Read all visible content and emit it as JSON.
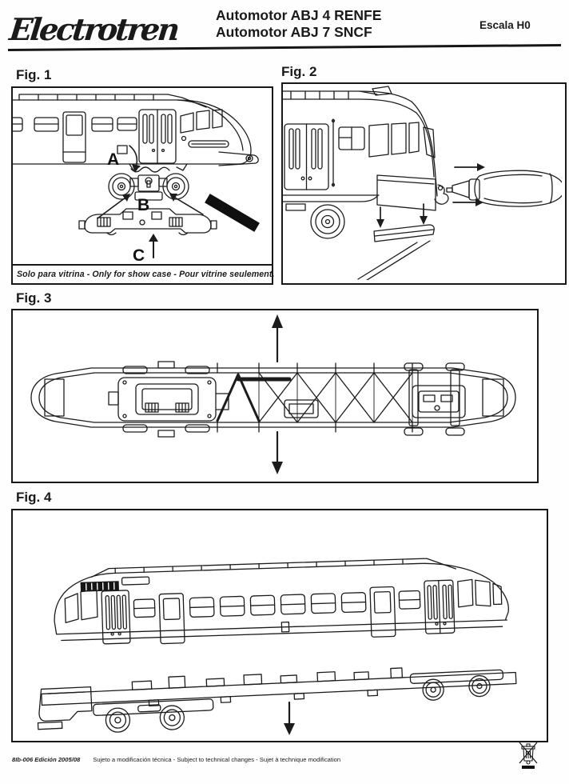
{
  "header": {
    "logo": "Electrotren",
    "title_line1": "Automotor ABJ 4 RENFE",
    "title_line2": "Automotor ABJ 7 SNCF",
    "scale": "Escala H0"
  },
  "figures": {
    "fig1": {
      "label": "Fig. 1",
      "callout_a": "A",
      "callout_b": "B",
      "callout_c": "C",
      "caption": "Solo para vitrina - Only for show case - Pour vitrine seulement."
    },
    "fig2": {
      "label": "Fig. 2"
    },
    "fig3": {
      "label": "Fig. 3"
    },
    "fig4": {
      "label": "Fig. 4"
    }
  },
  "footer": {
    "edition": "8Ib-006 Edición 2005/08",
    "disclaimer": "Sujeto a modificación técnica - Subject to technical changes - Sujet à technique modification"
  },
  "icons": {
    "weee": "weee-crossed-bin-icon"
  },
  "colors": {
    "ink": "#1c1c1c",
    "paper": "#ffffff"
  }
}
